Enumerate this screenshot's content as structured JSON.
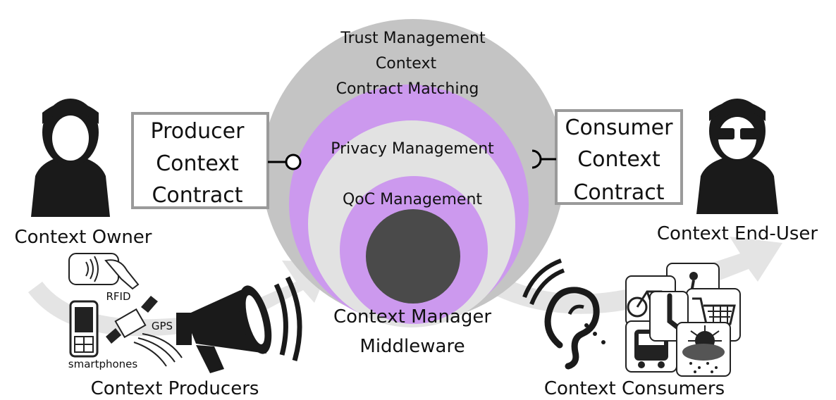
{
  "circles": {
    "outer_label": "Trust Management",
    "ring2_label_line1": "Context",
    "ring2_label_line2": "Contract Matching",
    "ring3_label": "Privacy Management",
    "ring4_label": "QoC Management"
  },
  "middleware": {
    "line1": "Context Manager",
    "line2": "Middleware"
  },
  "producer_contract": {
    "line1": "Producer",
    "line2": "Context",
    "line3": "Contract"
  },
  "consumer_contract": {
    "line1": "Consumer",
    "line2": "Context",
    "line3": "Contract"
  },
  "actors": {
    "owner": "Context Owner",
    "end_user": "Context End-User",
    "producers": "Context Producers",
    "consumers": "Context Consumers"
  },
  "devices": {
    "rfid": "RFID",
    "gps": "GPS",
    "smartphones": "smartphones"
  },
  "colors": {
    "outer_gray": "#c4c4c4",
    "purple": "#cc99ee",
    "light_gray": "#e2e2e2",
    "core": "#4a4a4a"
  }
}
